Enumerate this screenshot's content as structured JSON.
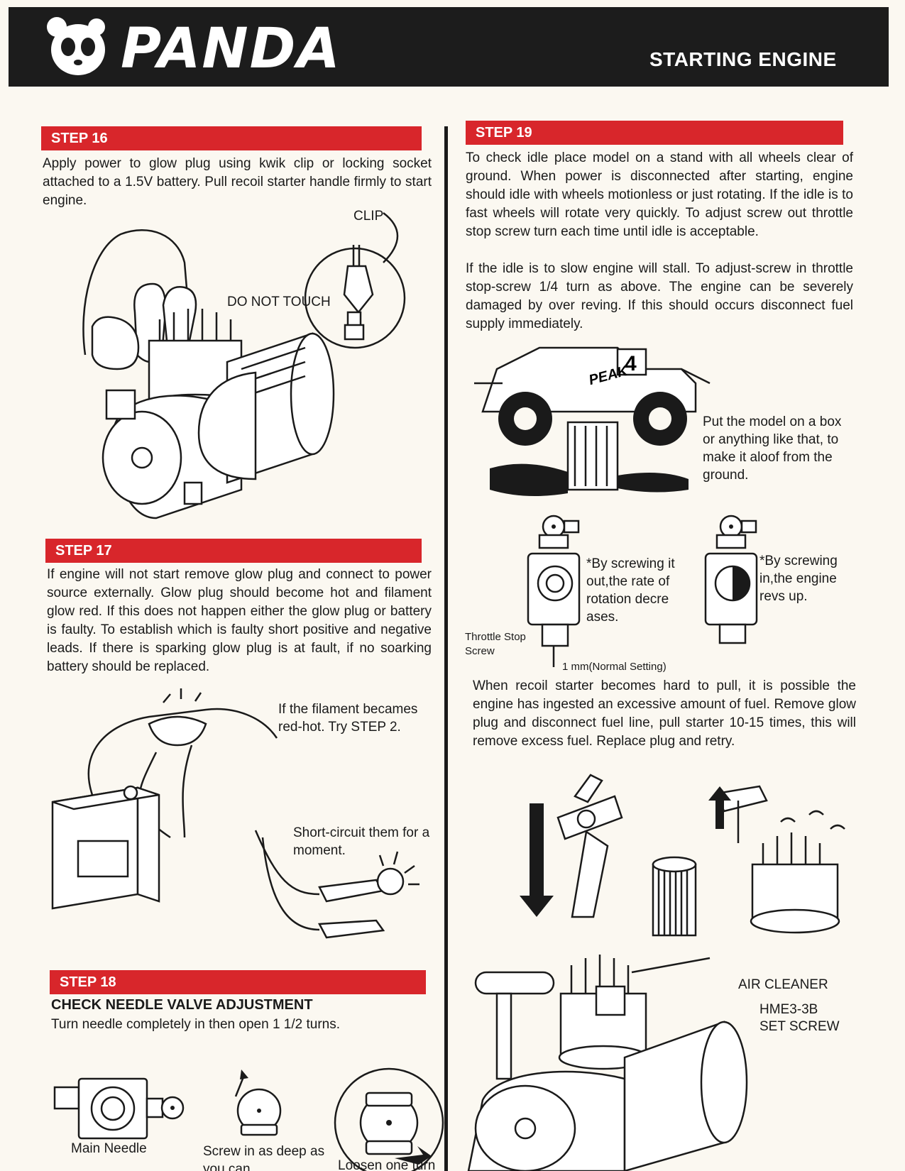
{
  "header": {
    "brand": "PANDA",
    "title": "STARTING ENGINE",
    "bar_color": "#1c1c1c"
  },
  "accent_color": "#d8262b",
  "step16": {
    "label": "STEP 16",
    "text": "Apply power to glow plug using kwik clip or locking socket attached to a 1.5V battery. Pull recoil starter handle firmly to start engine.",
    "callout_clip": "CLIP",
    "callout_touch": "DO NOT TOUCH"
  },
  "step17": {
    "label": "STEP 17",
    "text": "If engine will not start remove glow plug and connect to power source externally. Glow plug should become hot and filament glow red. If this does not happen either the glow plug or battery is faulty. To establish which is faulty short positive and negative leads. If there is sparking glow plug is at fault, if no soarking battery should be replaced.",
    "callout_filament": "If the filament becames red-hot. Try STEP 2.",
    "callout_short": "Short-circuit them for a moment."
  },
  "step18": {
    "label": "STEP 18",
    "subtitle": "CHECK NEEDLE VALVE ADJUSTMENT",
    "text": "Turn needle completely in then open 1 1/2 turns.",
    "label_main_needle": "Main Needle",
    "label_screw_in": "Screw in as deep as you can",
    "label_loosen": "Loosen one turn"
  },
  "step19": {
    "label": "STEP 19",
    "text1": "To check idle place model on a stand with all wheels clear of ground. When power is disconnected after starting, engine should idle with wheels motionless or just rotating. If the idle is to fast wheels will rotate very quickly. To adjust screw out throttle stop screw turn each time until idle is acceptable.",
    "text2": "If the idle is to slow engine will stall. To adjust-screw in throttle stop-screw 1/4 turn as above. The engine can be severely damaged by over reving. If this should occurs disconnect fuel supply immediately.",
    "truck_number": "4",
    "truck_decal": "PEAK",
    "callout_stand": "Put the model on a box or anything like that, to make it aloof from the ground.",
    "callout_out": "*By screwing it out,the rate of rotation decre ases.",
    "callout_in": "*By screwing in,the engine revs up.",
    "label_throttle": "Throttle Stop Screw",
    "label_setting": "1 mm(Normal Setting)",
    "text3": "When recoil starter becomes hard to pull, it is possible the engine has ingested an excessive amount of fuel. Remove glow plug and disconnect fuel line, pull starter 10-15 times, this will remove excess fuel. Replace plug and retry.",
    "label_air_cleaner": "AIR CLEANER",
    "label_set_screw_part": "HME3-3B",
    "label_set_screw": "SET SCREW"
  }
}
